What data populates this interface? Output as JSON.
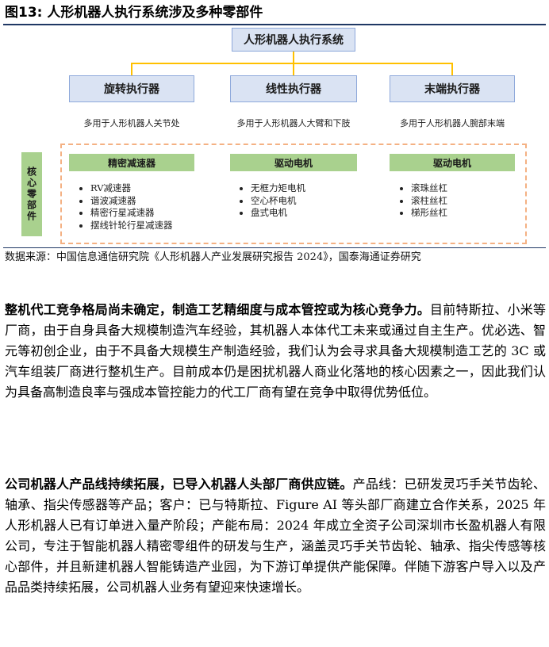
{
  "figure": {
    "title": "图13:  人形机器人执行系统涉及多种零部件",
    "root": "人形机器人执行系统",
    "actuators": [
      {
        "label": "旋转执行器",
        "desc": "多用于人形机器人关节处"
      },
      {
        "label": "线性执行器",
        "desc": "多用于人形机器人大臂和下肢"
      },
      {
        "label": "末端执行器",
        "desc": "多用于人形机器人腕部末端"
      }
    ],
    "core_label": "核心零部件",
    "components": [
      {
        "label": "精密减速器",
        "items": [
          "RV减速器",
          "谐波减速器",
          "精密行星减速器",
          "摆线针轮行星减速器"
        ]
      },
      {
        "label": "驱动电机",
        "items": [
          "无框力矩电机",
          "空心杯电机",
          "盘式电机"
        ]
      },
      {
        "label": "驱动电机",
        "items": [
          "滚珠丝杠",
          "滚柱丝杠",
          "梯形丝杠"
        ]
      }
    ],
    "source": "数据来源：中国信息通信研究院《人形机器人产业发展研究报告 2024》，国泰海通证券研究"
  },
  "paragraphs": [
    {
      "lead": "整机代工竞争格局尚未确定，制造工艺精细度与成本管控或为核心竞争力。",
      "body": "目前特斯拉、小米等厂商，由于自身具备大规模制造汽车经验，其机器人本体代工未来或通过自主生产。优必选、智元等初创企业，由于不具备大规模生产制造经验，我们认为会寻求具备大规模制造工艺的 3C 或汽车组装厂商进行整机生产。目前成本仍是困扰机器人商业化落地的核心因素之一，因此我们认为具备高制造良率与强成本管控能力的代工厂商有望在竞争中取得优势低位。"
    },
    {
      "lead": "公司机器人产品线持续拓展，已导入机器人头部厂商供应链。",
      "body": "产品线：已研发灵巧手关节齿轮、轴承、指尖传感器等产品；客户：已与特斯拉、Figure AI 等头部厂商建立合作关系，2025 年人形机器人已有订单进入量产阶段；产能布局：2024 年成立全资子公司深圳市长盈机器人有限公司，专注于智能机器人精密零组件的研发与生产，涵盖灵巧手关节齿轮、轴承、指尖传感等核心部件，并且新建机器人智能铸造产业园，为下游订单提供产能保障。伴随下游客户导入以及产品品类持续拓展，公司机器人业务有望迎来快速增长。"
    }
  ]
}
